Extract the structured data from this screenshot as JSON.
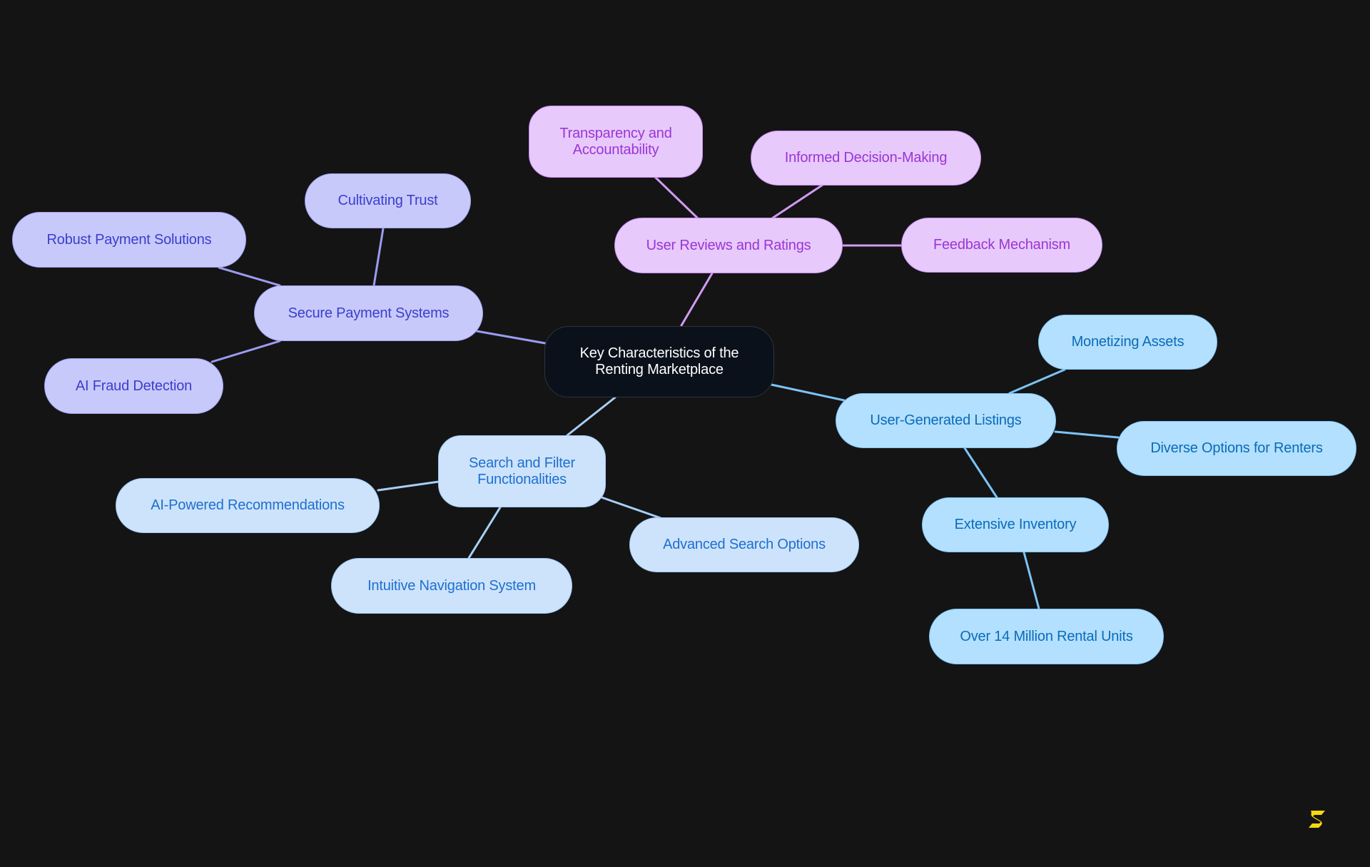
{
  "diagram": {
    "type": "mind-map",
    "root": {
      "id": "root",
      "label": "Key Characteristics of the\nRenting Marketplace"
    },
    "branches": [
      {
        "id": "user-reviews",
        "label": "User Reviews and Ratings",
        "color": "#e7c9fb",
        "children": [
          {
            "id": "transparency",
            "label": "Transparency and\nAccountability"
          },
          {
            "id": "informed",
            "label": "Informed Decision-Making"
          },
          {
            "id": "feedback",
            "label": "Feedback Mechanism"
          }
        ]
      },
      {
        "id": "secure-payment",
        "label": "Secure Payment Systems",
        "color": "#c8c9fb",
        "children": [
          {
            "id": "cultivating-trust",
            "label": "Cultivating Trust"
          },
          {
            "id": "robust-payment",
            "label": "Robust Payment Solutions"
          },
          {
            "id": "ai-fraud",
            "label": "AI Fraud Detection"
          }
        ]
      },
      {
        "id": "user-generated",
        "label": "User-Generated Listings",
        "color": "#b3e0ff",
        "children": [
          {
            "id": "monetizing",
            "label": "Monetizing Assets"
          },
          {
            "id": "diverse",
            "label": "Diverse Options for Renters"
          },
          {
            "id": "extensive",
            "label": "Extensive Inventory",
            "children": [
              {
                "id": "over14m",
                "label": "Over 14 Million Rental Units"
              }
            ]
          }
        ]
      },
      {
        "id": "search-filter",
        "label": "Search and Filter\nFunctionalities",
        "color": "#cde3fb",
        "children": [
          {
            "id": "ai-powered",
            "label": "AI-Powered Recommendations"
          },
          {
            "id": "advanced-search",
            "label": "Advanced Search Options"
          },
          {
            "id": "intuitive-nav",
            "label": "Intuitive Navigation System"
          }
        ]
      }
    ],
    "edge_colors": {
      "user-reviews": "#d19bf0",
      "secure-payment": "#9b9cf0",
      "user-generated": "#7cc4f5",
      "search-filter": "#a8cff5"
    }
  },
  "labels": {
    "root": "Key Characteristics of the\nRenting Marketplace",
    "user_reviews": "User Reviews and Ratings",
    "transparency": "Transparency and\nAccountability",
    "informed": "Informed Decision-Making",
    "feedback": "Feedback Mechanism",
    "secure_payment": "Secure Payment Systems",
    "cultivating_trust": "Cultivating Trust",
    "robust_payment": "Robust Payment Solutions",
    "ai_fraud": "AI Fraud Detection",
    "user_generated": "User-Generated Listings",
    "monetizing": "Monetizing Assets",
    "diverse": "Diverse Options for Renters",
    "extensive": "Extensive Inventory",
    "over14m": "Over 14 Million Rental Units",
    "search_filter": "Search and Filter\nFunctionalities",
    "ai_powered": "AI-Powered Recommendations",
    "advanced_search": "Advanced Search Options",
    "intuitive_nav": "Intuitive Navigation System"
  },
  "logo": {
    "icon": "brand-s-logo-icon",
    "color": "#f5d90a"
  }
}
